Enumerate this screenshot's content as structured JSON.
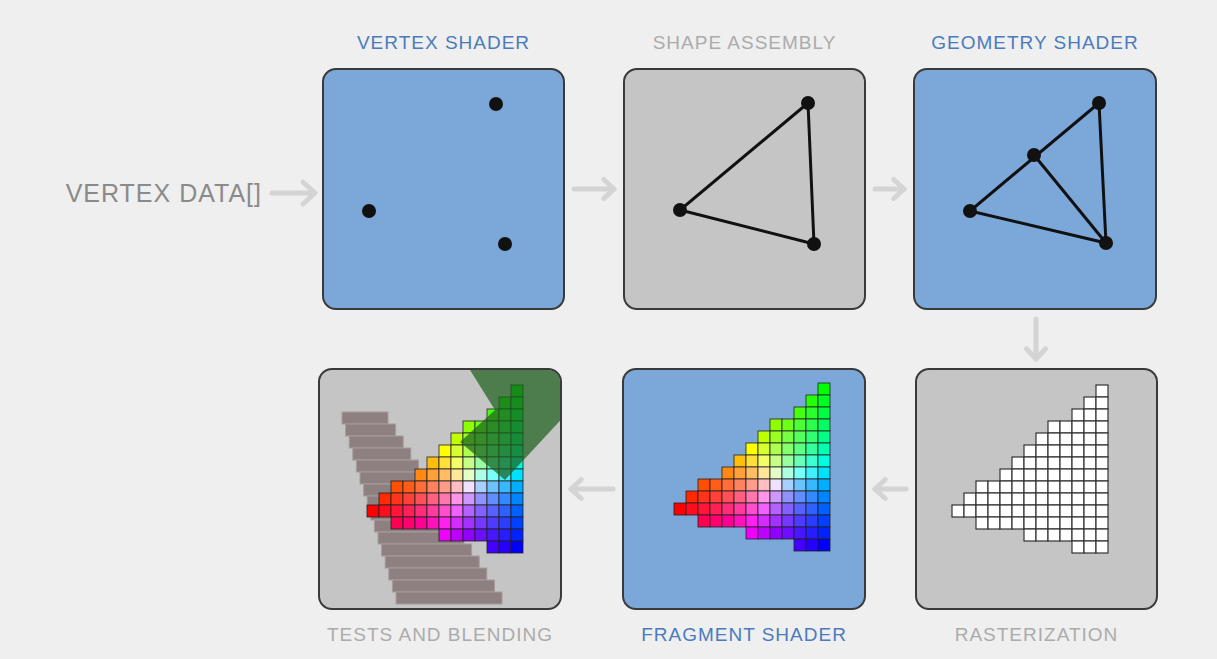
{
  "diagram": {
    "nodes": [
      {
        "text": [
          "VERTEX SHADER"
        ]
      },
      {
        "text": [
          "SHAPE ASSEMBLY"
        ]
      },
      {
        "text": [
          "GEOMETRY SHADER"
        ]
      },
      {
        "text": [
          "TESTS AND BLENDING"
        ]
      },
      {
        "text": [
          "FRAGMENT SHADER"
        ]
      },
      {
        "text": [
          "RASTERIZATION"
        ]
      }
    ],
    "edges": [
      {
        "from": 0,
        "to": 1,
        "arrow": "to"
      },
      {
        "from": 1,
        "to": 2,
        "arrow": "to"
      },
      {
        "from": 2,
        "to": 5,
        "arrow": "to"
      },
      {
        "from": 5,
        "to": 4,
        "arrow": "to"
      },
      {
        "from": 4,
        "to": 3,
        "arrow": "to"
      }
    ],
    "labels": [
      "VERTEX DATA[]"
    ]
  }
}
